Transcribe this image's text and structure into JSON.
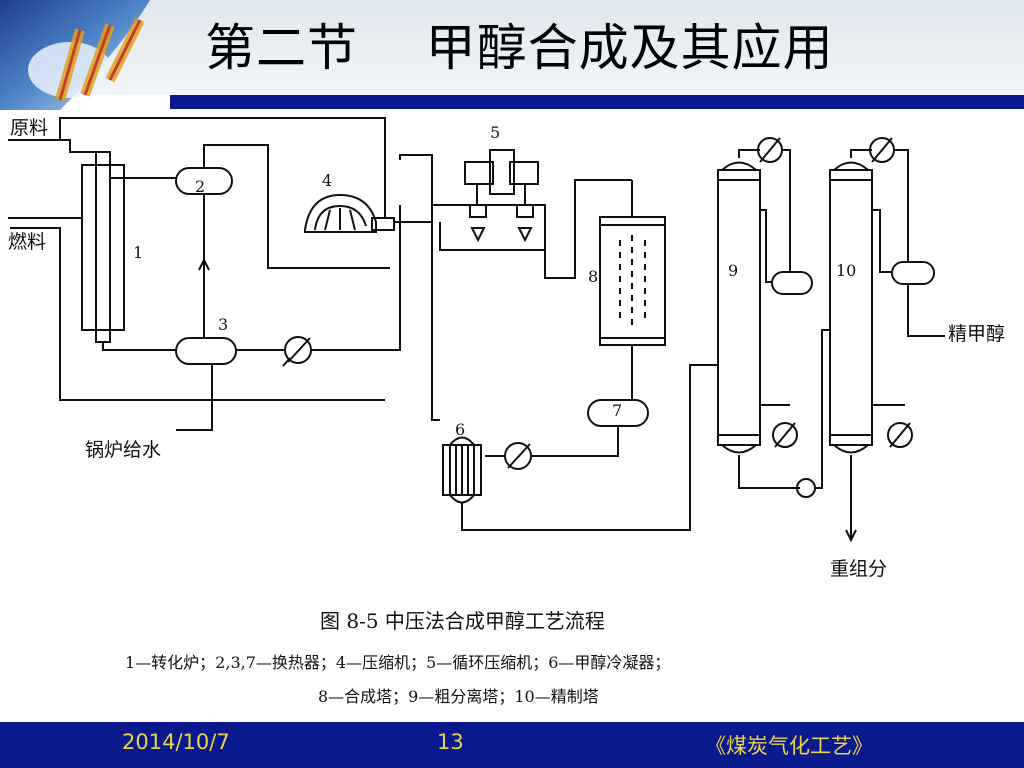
{
  "slide": {
    "title": "第二节    甲醇合成及其应用",
    "footer_date": "2014/10/7",
    "footer_page": "13",
    "footer_course": "《煤炭气化工艺》"
  },
  "diagram": {
    "labels": {
      "feed": "原料",
      "fuel": "燃料",
      "boiler_water": "锅炉给水",
      "refined_methanol": "精甲醇",
      "heavy_fraction": "重组分"
    },
    "numbers": [
      "1",
      "2",
      "3",
      "4",
      "5",
      "6",
      "7",
      "8",
      "9",
      "10"
    ],
    "figure_caption": "图 8-5    中压法合成甲醇工艺流程",
    "legend_line1": "1—转化炉；2,3,7—换热器；4—压缩机；5—循环压缩机；6—甲醇冷凝器；",
    "legend_line2": "8—合成塔；9—粗分离塔；10—精制塔"
  },
  "colors": {
    "band": "#0a1a8c",
    "footer_text": "#e8d44a"
  },
  "icons": [
    "logo-emblem"
  ]
}
